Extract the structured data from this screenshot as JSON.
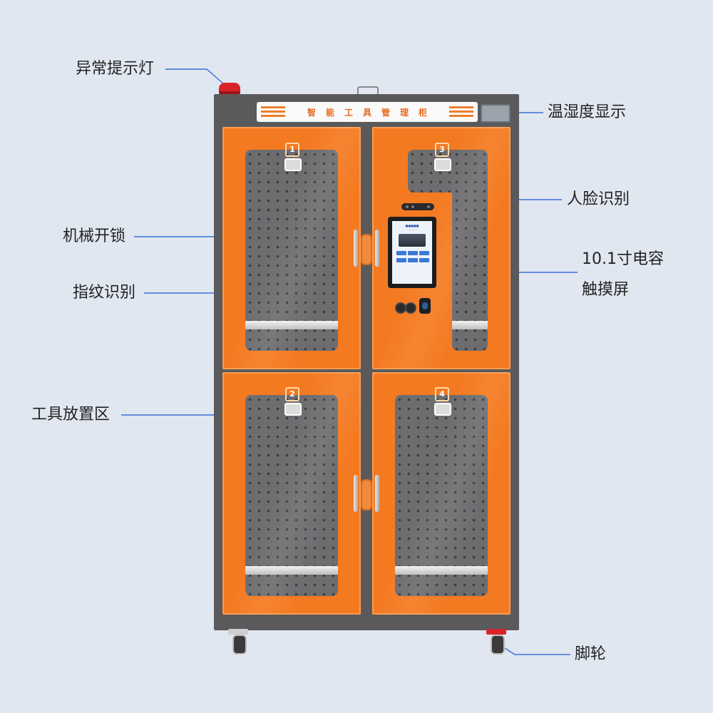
{
  "cabinet": {
    "header_title": "智能工具管理柜",
    "door_numbers": [
      "1",
      "3",
      "2",
      "4"
    ]
  },
  "callouts": {
    "alarm_light": "异常提示灯",
    "temp_humidity": "温湿度显示",
    "face_recognition": "人脸识别",
    "mechanical_lock": "机械开锁",
    "touchscreen_line1": "10.1寸电容",
    "touchscreen_line2": "触摸屏",
    "fingerprint": "指纹识别",
    "tool_area": "工具放置区",
    "casters": "脚轮"
  },
  "colors": {
    "background": "#e1e7f1",
    "cabinet_frame": "#5a5a5c",
    "door_orange": "#f47a21",
    "callout_line": "#3a6fd8",
    "alarm_red": "#d8232a"
  }
}
